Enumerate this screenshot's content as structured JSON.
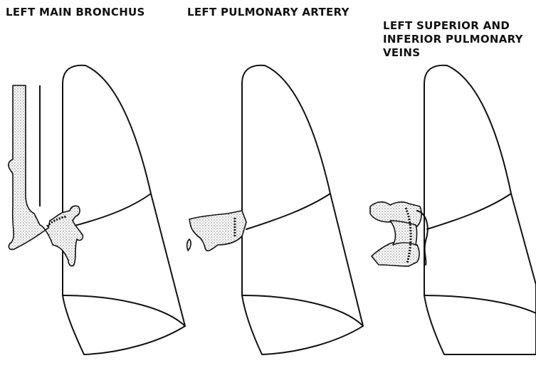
{
  "panels": [
    {
      "label": "LEFT MAIN BRONCHUS"
    },
    {
      "label": "LEFT PULMONARY ARTERY"
    },
    {
      "label": "LEFT SUPERIOR AND\nINFERIOR PULMONARY\nVEINS"
    }
  ],
  "colors": {
    "ink": "#111111",
    "background": "#ffffff"
  }
}
